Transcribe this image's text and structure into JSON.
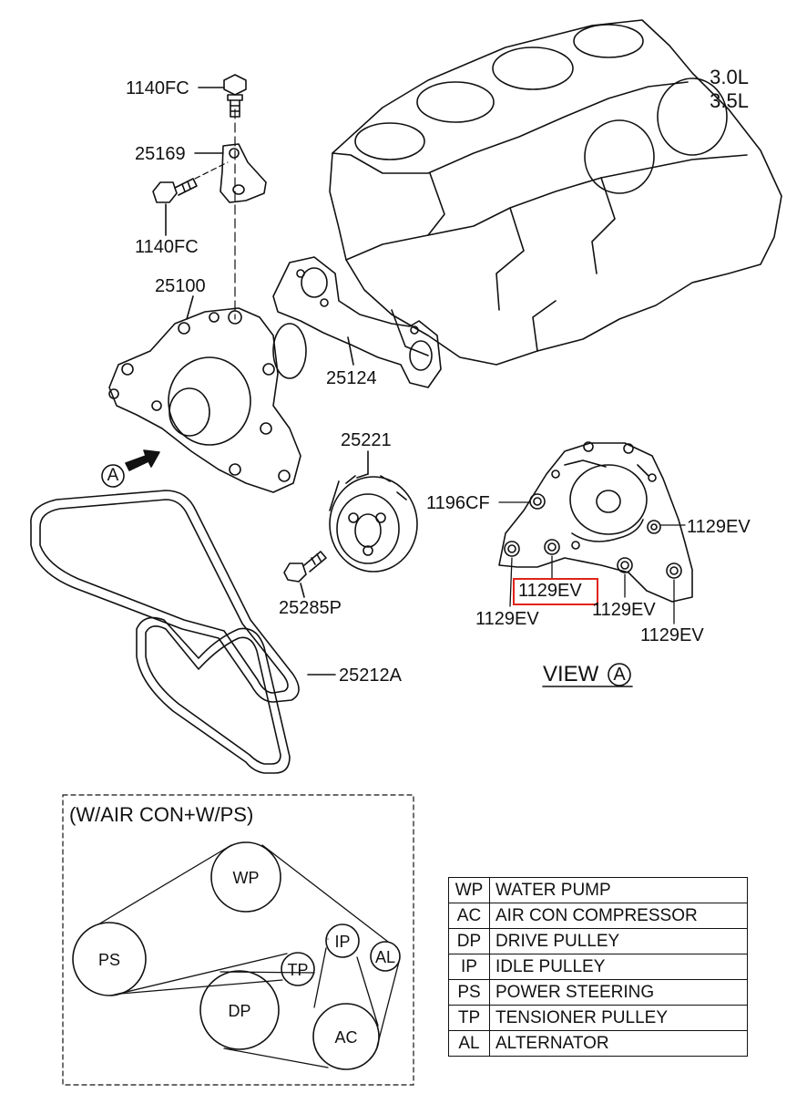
{
  "engine_variants": [
    "3.0L",
    "3.5L"
  ],
  "parts": {
    "bolt_top": "1140FC",
    "bracket": "25169",
    "bolt_side": "1140FC",
    "water_pump": "25100",
    "gasket": "25124",
    "pulley": "25221",
    "pulley_bolt": "25285P",
    "belt": "25212A"
  },
  "view_a": {
    "label": "VIEW",
    "marker": "A",
    "arrow_marker": "A",
    "labels": {
      "plug": "1196CF",
      "right": "1129EV",
      "highlighted": "1129EV",
      "left_bottom": "1129EV",
      "mid_bottom": "1129EV",
      "right_bottom": "1129EV"
    }
  },
  "belt_routing": {
    "title": "(W/AIR CON+W/PS)",
    "pulleys": {
      "wp": "WP",
      "ps": "PS",
      "tp": "TP",
      "dp": "DP",
      "ip": "IP",
      "al": "AL",
      "ac": "AC"
    }
  },
  "legend": [
    {
      "abbr": "WP",
      "desc": "WATER PUMP"
    },
    {
      "abbr": "AC",
      "desc": "AIR CON COMPRESSOR"
    },
    {
      "abbr": "DP",
      "desc": "DRIVE PULLEY"
    },
    {
      "abbr": "IP",
      "desc": "IDLE PULLEY"
    },
    {
      "abbr": "PS",
      "desc": "POWER STEERING"
    },
    {
      "abbr": "TP",
      "desc": "TENSIONER PULLEY"
    },
    {
      "abbr": "AL",
      "desc": "ALTERNATOR"
    }
  ]
}
